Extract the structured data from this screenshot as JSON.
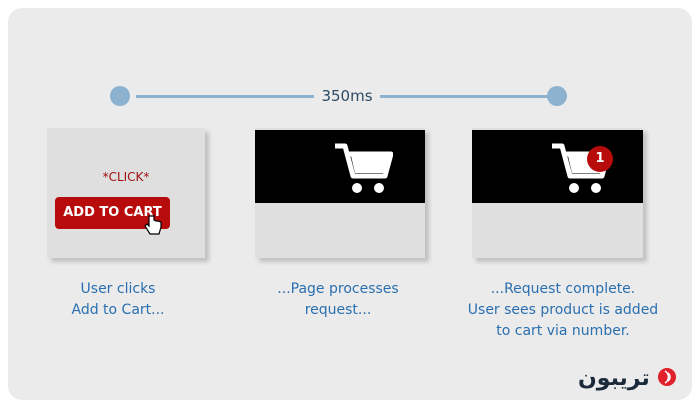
{
  "timeline": {
    "duration": "350ms"
  },
  "step1": {
    "click_text": "*CLICK*",
    "button": "ADD TO CART",
    "caption": [
      "User clicks",
      "Add to Cart..."
    ]
  },
  "step2": {
    "caption": [
      "...Page processes",
      "request..."
    ]
  },
  "step3": {
    "badge": "1",
    "caption": [
      "...Request complete.",
      "User sees product is added",
      "to cart via number."
    ]
  },
  "logo": {
    "text": "تریبون",
    "color": "#e0202a"
  }
}
